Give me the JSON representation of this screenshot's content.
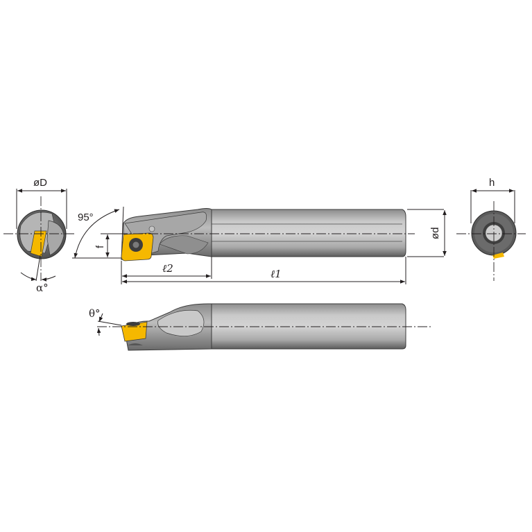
{
  "drawing": {
    "title": "Boring bar tool holder dimension drawing",
    "colors": {
      "insert": "#f5b800",
      "body_dark": "#5d5d5d",
      "body_mid": "#9a9a9a",
      "body_light": "#c8c8c8",
      "line": "#231f20"
    },
    "labels": {
      "end_view_left_diameter": "øD",
      "clearance_angle": "α°",
      "approach_angle": "95°",
      "offset": "f",
      "head_length": "ℓ2",
      "overall_length": "ℓ1",
      "shank_diameter": "ød",
      "flat_height": "h",
      "inclination_angle": "θ°"
    },
    "views": [
      {
        "name": "front-end-view",
        "label": "øD"
      },
      {
        "name": "top-view",
        "labels": [
          "95°",
          "f",
          "ℓ2",
          "ℓ1",
          "ød"
        ]
      },
      {
        "name": "rear-end-view",
        "label": "h"
      },
      {
        "name": "side-view",
        "label": "θ°"
      }
    ]
  }
}
